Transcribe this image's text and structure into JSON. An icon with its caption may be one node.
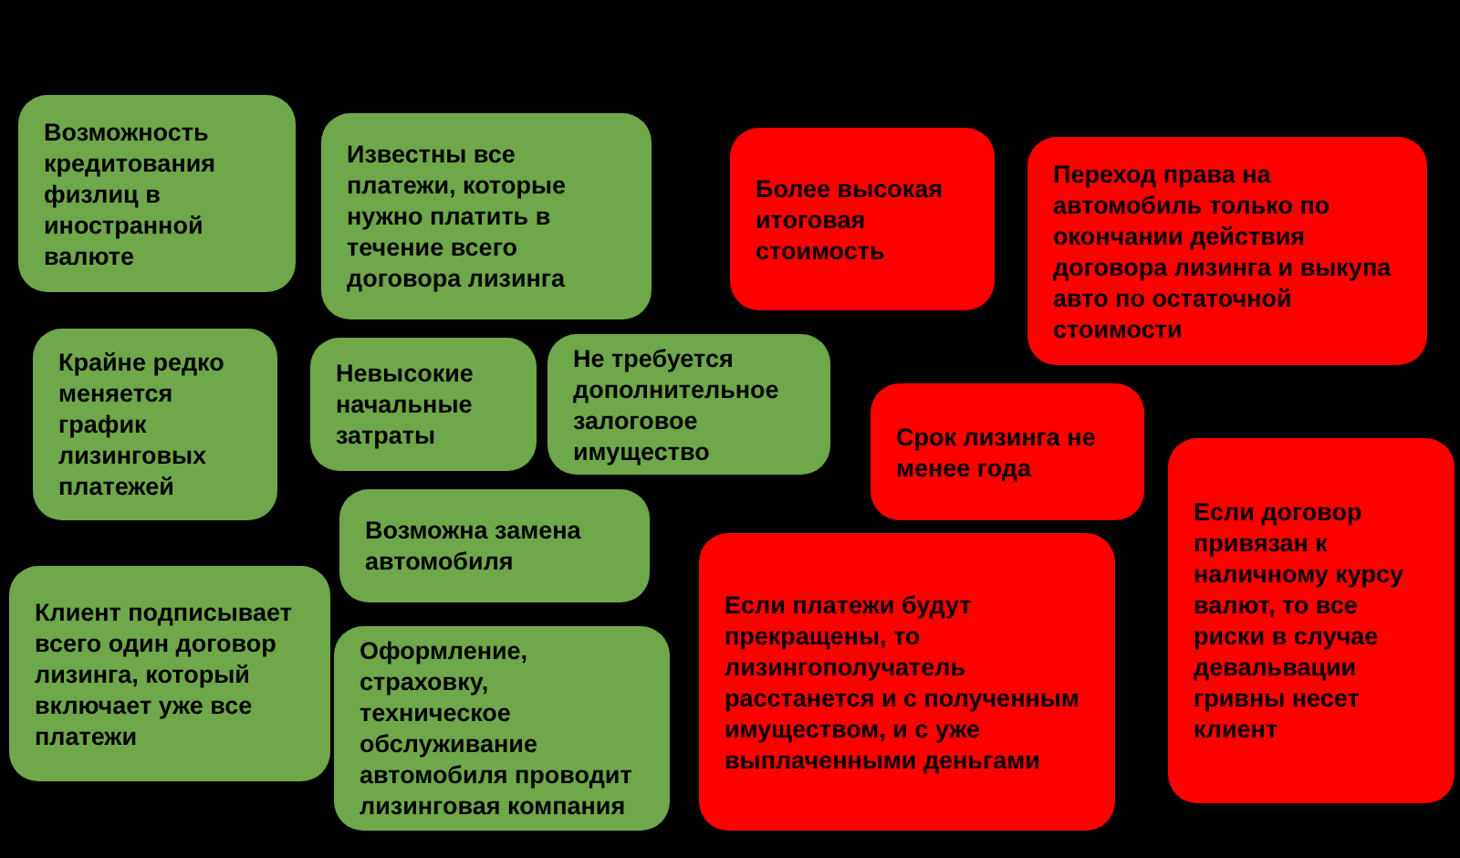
{
  "diagram": {
    "nodes": [
      {
        "text": [
          "Возможность кредитования физлиц в иностранной валюте"
        ]
      },
      {
        "text": [
          "Известны все платежи, которые нужно платить в течение всего договора лизинга"
        ]
      },
      {
        "text": [
          "Крайне редко меняется график лизинговых платежей"
        ]
      },
      {
        "text": [
          "Невысокие начальные затраты"
        ]
      },
      {
        "text": [
          "Не требуется дополнительное залоговое имущество"
        ]
      },
      {
        "text": [
          "Возможна замена автомобиля"
        ]
      },
      {
        "text": [
          "Клиент подписывает всего один договор лизинга, который включает уже все платежи"
        ]
      },
      {
        "text": [
          "Оформление, страховку, техническое обслуживание автомобиля проводит лизинговая компания"
        ]
      },
      {
        "text": [
          "Более высокая итоговая стоимость"
        ]
      },
      {
        "text": [
          "Переход права на автомобиль только по окончании действия договора лизинга и выкупа авто по остаточной стоимости"
        ]
      },
      {
        "text": [
          "Срок лизинга не менее года"
        ]
      },
      {
        "text": [
          "Если платежи будут прекращены, то лизингополучатель расстанется и с полученным имуществом, и с уже выплаченными деньгами"
        ]
      },
      {
        "text": [
          "Если договор привязан к наличному курсу валют, то все риски в случае девальвации гривны несет клиент"
        ]
      }
    ]
  }
}
